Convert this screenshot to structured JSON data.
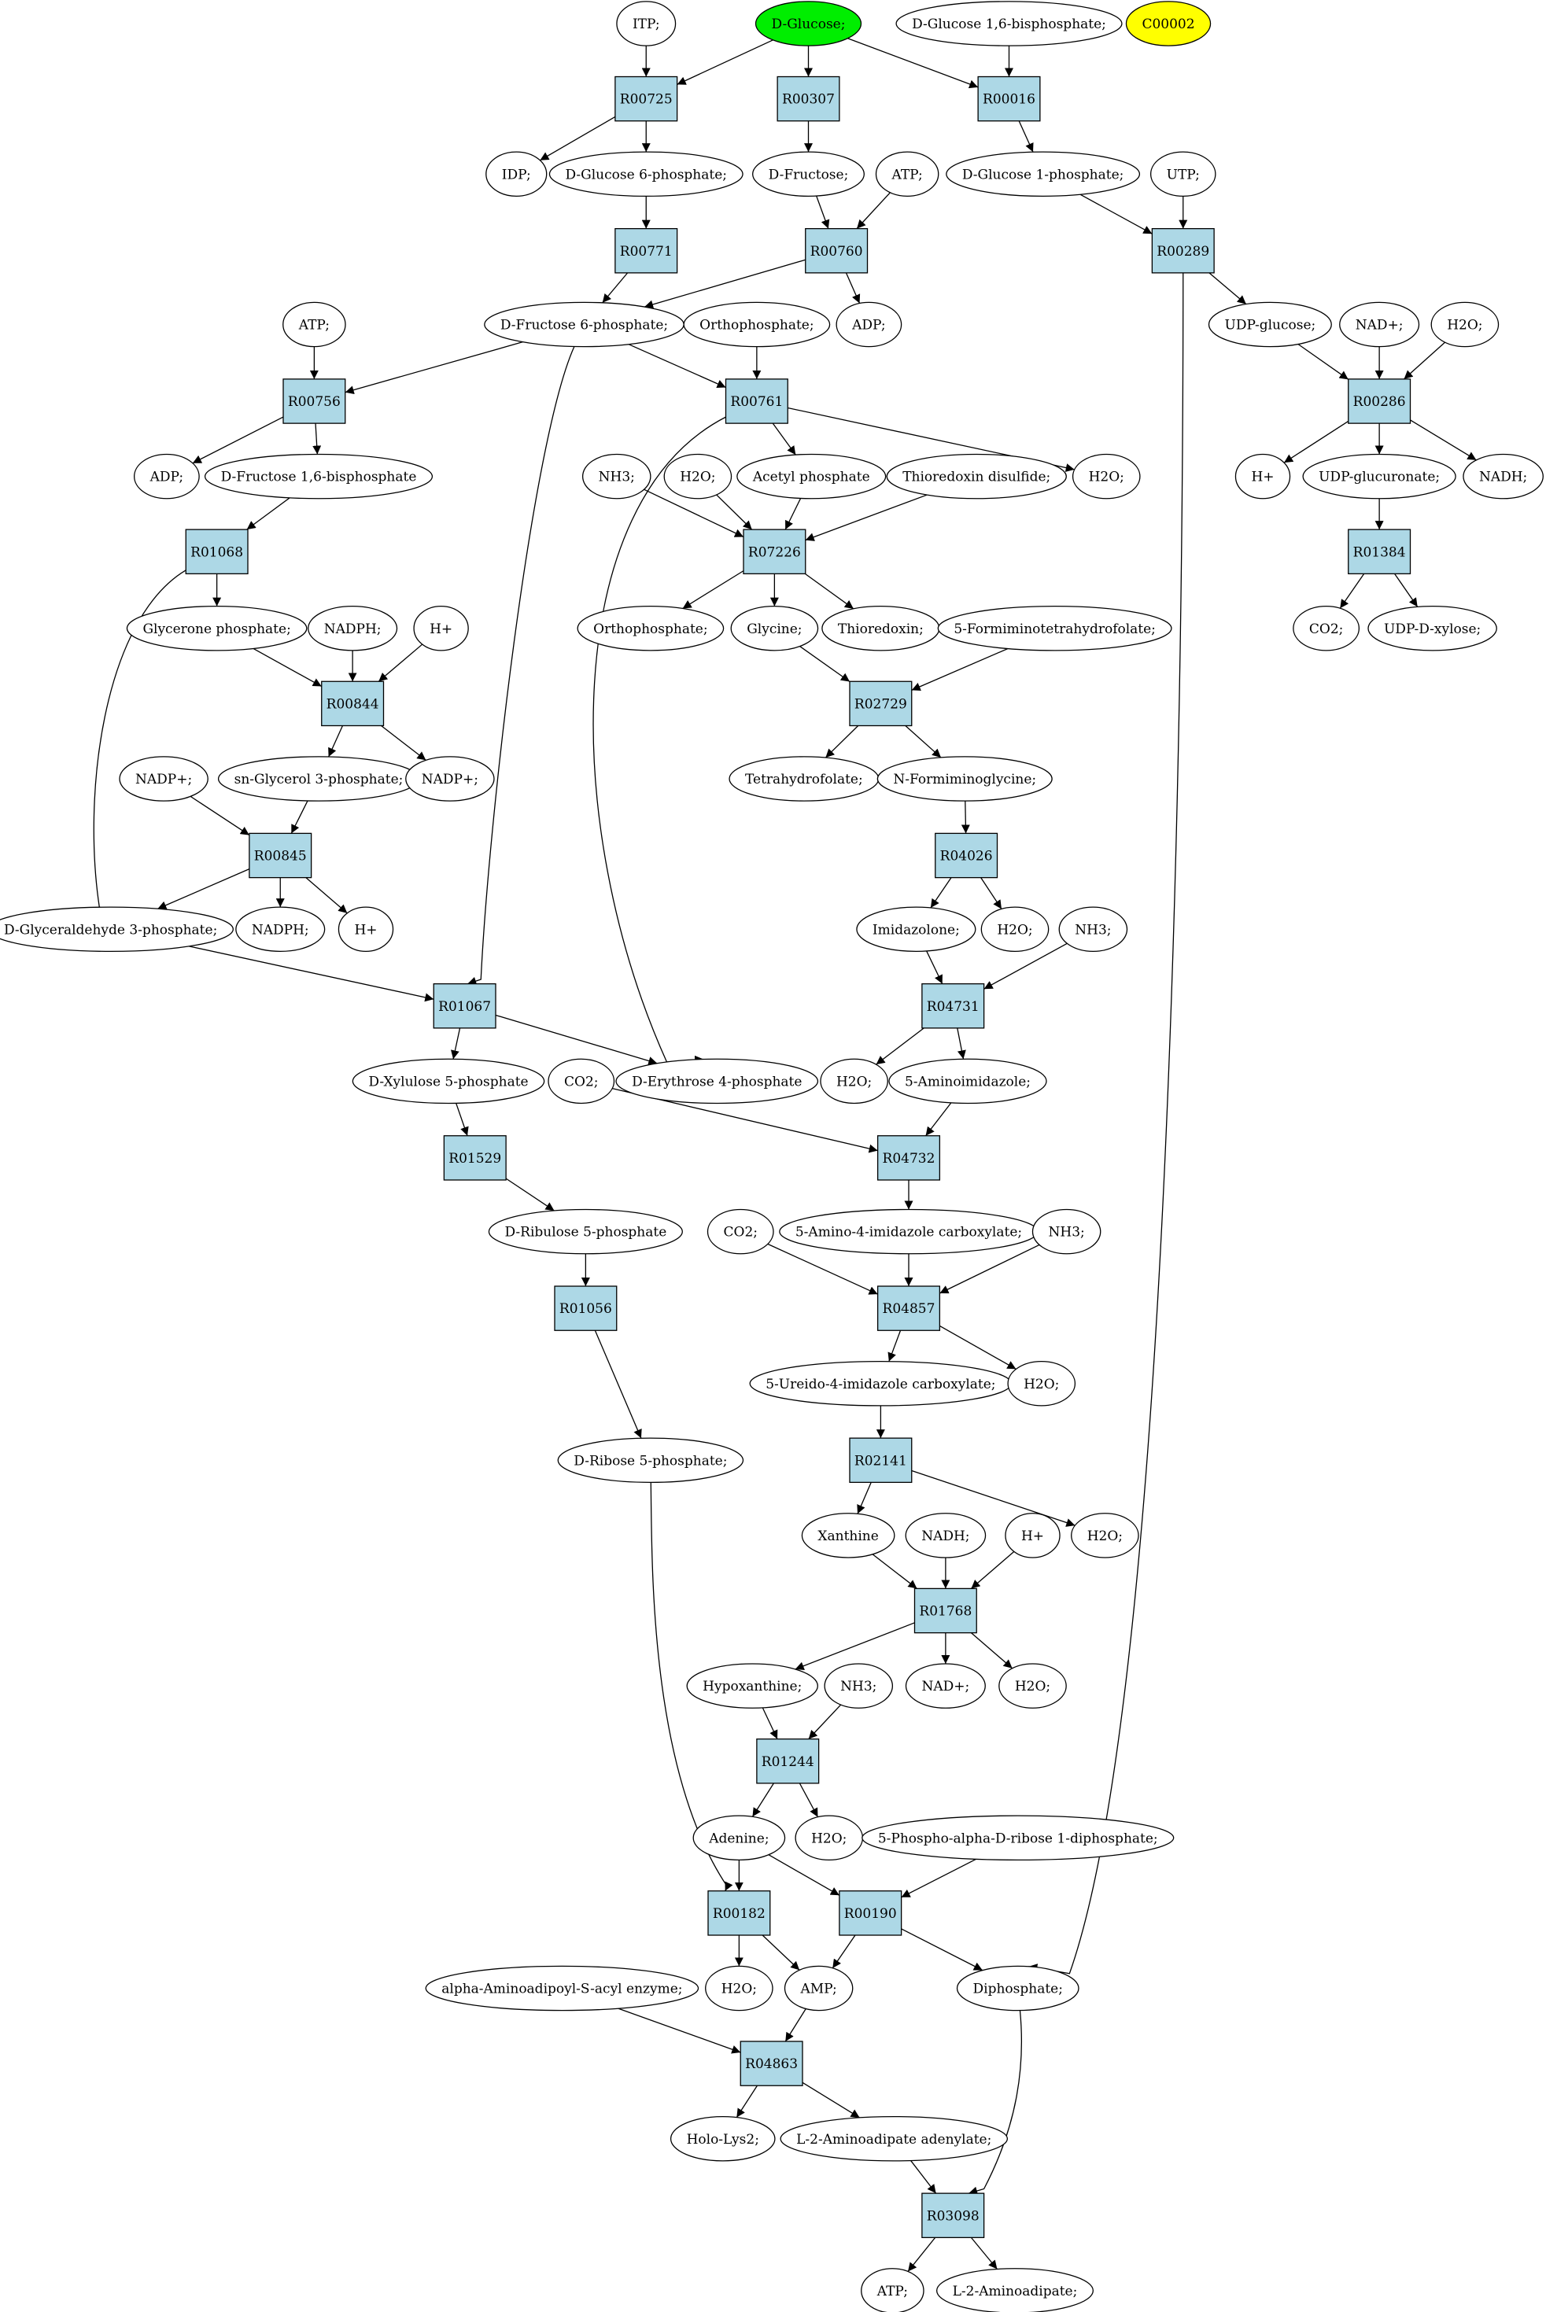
{
  "graph": {
    "reactions": [
      {
        "id": "R00725",
        "label": "R00725"
      },
      {
        "id": "R00307",
        "label": "R00307"
      },
      {
        "id": "R00016",
        "label": "R00016"
      },
      {
        "id": "R00771",
        "label": "R00771"
      },
      {
        "id": "R00760",
        "label": "R00760"
      },
      {
        "id": "R00289",
        "label": "R00289"
      },
      {
        "id": "R00756",
        "label": "R00756"
      },
      {
        "id": "R00761",
        "label": "R00761"
      },
      {
        "id": "R00286",
        "label": "R00286"
      },
      {
        "id": "R01068",
        "label": "R01068"
      },
      {
        "id": "R07226",
        "label": "R07226"
      },
      {
        "id": "R01384",
        "label": "R01384"
      },
      {
        "id": "R00844",
        "label": "R00844"
      },
      {
        "id": "R02729",
        "label": "R02729"
      },
      {
        "id": "R00845",
        "label": "R00845"
      },
      {
        "id": "R04026",
        "label": "R04026"
      },
      {
        "id": "R01067",
        "label": "R01067"
      },
      {
        "id": "R04731",
        "label": "R04731"
      },
      {
        "id": "R01529",
        "label": "R01529"
      },
      {
        "id": "R04732",
        "label": "R04732"
      },
      {
        "id": "R01056",
        "label": "R01056"
      },
      {
        "id": "R04857",
        "label": "R04857"
      },
      {
        "id": "R02141",
        "label": "R02141"
      },
      {
        "id": "R01768",
        "label": "R01768"
      },
      {
        "id": "R01244",
        "label": "R01244"
      },
      {
        "id": "R00182",
        "label": "R00182"
      },
      {
        "id": "R00190",
        "label": "R00190"
      },
      {
        "id": "R04863",
        "label": "R04863"
      },
      {
        "id": "R03098",
        "label": "R03098"
      }
    ],
    "compounds": [
      {
        "id": "itp",
        "label": "ITP;"
      },
      {
        "id": "dglucose",
        "label": "D-Glucose;",
        "highlight": "#00ee00"
      },
      {
        "id": "dg16bp",
        "label": "D-Glucose 1,6-bisphosphate;"
      },
      {
        "id": "c00002",
        "label": "C00002",
        "highlight": "#ffff00"
      },
      {
        "id": "idp",
        "label": "IDP;"
      },
      {
        "id": "dg6p",
        "label": "D-Glucose 6-phosphate;"
      },
      {
        "id": "dfru",
        "label": "D-Fructose;"
      },
      {
        "id": "atp1",
        "label": "ATP;"
      },
      {
        "id": "dg1p",
        "label": "D-Glucose 1-phosphate;"
      },
      {
        "id": "utp",
        "label": "UTP;"
      },
      {
        "id": "atp2",
        "label": "ATP;"
      },
      {
        "id": "df6p",
        "label": "D-Fructose 6-phosphate;"
      },
      {
        "id": "orthoA",
        "label": "Orthophosphate;"
      },
      {
        "id": "adp1",
        "label": "ADP;"
      },
      {
        "id": "udpglc",
        "label": "UDP-glucose;"
      },
      {
        "id": "nadA",
        "label": "NAD+;"
      },
      {
        "id": "h2oA",
        "label": "H2O;"
      },
      {
        "id": "adp2",
        "label": "ADP;"
      },
      {
        "id": "df16bp",
        "label": "D-Fructose 1,6-bisphosphate"
      },
      {
        "id": "nh3A",
        "label": "NH3;"
      },
      {
        "id": "h2oB",
        "label": "H2O;"
      },
      {
        "id": "acp",
        "label": "Acetyl phosphate"
      },
      {
        "id": "trxss",
        "label": "Thioredoxin disulfide;"
      },
      {
        "id": "h2oC",
        "label": "H2O;"
      },
      {
        "id": "hA",
        "label": "H+"
      },
      {
        "id": "udpgluc",
        "label": "UDP-glucuronate;"
      },
      {
        "id": "nadhA",
        "label": "NADH;"
      },
      {
        "id": "glyp",
        "label": "Glycerone phosphate;"
      },
      {
        "id": "nadphA",
        "label": "NADPH;"
      },
      {
        "id": "hB",
        "label": "H+"
      },
      {
        "id": "orthoB",
        "label": "Orthophosphate;"
      },
      {
        "id": "glycine",
        "label": "Glycine;"
      },
      {
        "id": "trx",
        "label": "Thioredoxin;"
      },
      {
        "id": "fithf",
        "label": "5-Formiminotetrahydrofolate;"
      },
      {
        "id": "co2A",
        "label": "CO2;"
      },
      {
        "id": "udpxyl",
        "label": "UDP-D-xylose;"
      },
      {
        "id": "nadpA",
        "label": "NADP+;"
      },
      {
        "id": "sng3p",
        "label": "sn-Glycerol 3-phosphate;"
      },
      {
        "id": "nadpB",
        "label": "NADP+;"
      },
      {
        "id": "thf",
        "label": "Tetrahydrofolate;"
      },
      {
        "id": "nfgly",
        "label": "N-Formiminoglycine;"
      },
      {
        "id": "dga3p",
        "label": "D-Glyceraldehyde 3-phosphate;"
      },
      {
        "id": "nadphB",
        "label": "NADPH;"
      },
      {
        "id": "hC",
        "label": "H+"
      },
      {
        "id": "imid",
        "label": "Imidazolone;"
      },
      {
        "id": "h2oD",
        "label": "H2O;"
      },
      {
        "id": "nh3B",
        "label": "NH3;"
      },
      {
        "id": "dx5p",
        "label": "D-Xylulose 5-phosphate"
      },
      {
        "id": "de4p",
        "label": "D-Erythrose 4-phosphate"
      },
      {
        "id": "co2B",
        "label": "CO2;"
      },
      {
        "id": "h2oE",
        "label": "H2O;"
      },
      {
        "id": "aimid",
        "label": "5-Aminoimidazole;"
      },
      {
        "id": "dr5pA",
        "label": "D-Ribulose 5-phosphate"
      },
      {
        "id": "co2C",
        "label": "CO2;"
      },
      {
        "id": "aic",
        "label": "5-Amino-4-imidazole carboxylate;"
      },
      {
        "id": "nh3C",
        "label": "NH3;"
      },
      {
        "id": "uic",
        "label": "5-Ureido-4-imidazole carboxylate;"
      },
      {
        "id": "h2oF",
        "label": "H2O;"
      },
      {
        "id": "dr5pB",
        "label": "D-Ribose 5-phosphate;"
      },
      {
        "id": "xan",
        "label": "Xanthine"
      },
      {
        "id": "nadhB",
        "label": "NADH;"
      },
      {
        "id": "hD",
        "label": "H+"
      },
      {
        "id": "h2oG",
        "label": "H2O;"
      },
      {
        "id": "hyp",
        "label": "Hypoxanthine;"
      },
      {
        "id": "nh3D",
        "label": "NH3;"
      },
      {
        "id": "nadB",
        "label": "NAD+;"
      },
      {
        "id": "h2oH",
        "label": "H2O;"
      },
      {
        "id": "ade",
        "label": "Adenine;"
      },
      {
        "id": "h2oI",
        "label": "H2O;"
      },
      {
        "id": "prpp",
        "label": "5-Phospho-alpha-D-ribose 1-diphosphate;"
      },
      {
        "id": "h2oJ",
        "label": "H2O;"
      },
      {
        "id": "amp",
        "label": "AMP;"
      },
      {
        "id": "diph",
        "label": "Diphosphate;"
      },
      {
        "id": "aasacyl",
        "label": "alpha-Aminoadipoyl-S-acyl enzyme;"
      },
      {
        "id": "hololys",
        "label": "Holo-Lys2;"
      },
      {
        "id": "l2aa",
        "label": "L-2-Aminoadipate adenylate;"
      },
      {
        "id": "atp3",
        "label": "ATP;"
      },
      {
        "id": "l2aad",
        "label": "L-2-Aminoadipate;"
      }
    ],
    "edges": [
      [
        "itp",
        "R00725"
      ],
      [
        "dglucose",
        "R00725"
      ],
      [
        "dglucose",
        "R00307"
      ],
      [
        "dglucose",
        "R00016"
      ],
      [
        "dg16bp",
        "R00016"
      ],
      [
        "R00725",
        "idp"
      ],
      [
        "R00725",
        "dg6p"
      ],
      [
        "R00307",
        "dfru"
      ],
      [
        "R00016",
        "dg1p"
      ],
      [
        "dg6p",
        "R00771"
      ],
      [
        "dfru",
        "R00760"
      ],
      [
        "atp1",
        "R00760"
      ],
      [
        "dg1p",
        "R00289"
      ],
      [
        "utp",
        "R00289"
      ],
      [
        "R00771",
        "df6p"
      ],
      [
        "R00760",
        "df6p"
      ],
      [
        "R00760",
        "adp1"
      ],
      [
        "R00289",
        "udpglc"
      ],
      [
        "R00289",
        "diph"
      ],
      [
        "atp2",
        "R00756"
      ],
      [
        "df6p",
        "R00756"
      ],
      [
        "df6p",
        "R00761"
      ],
      [
        "orthoA",
        "R00761"
      ],
      [
        "df6p",
        "R01067"
      ],
      [
        "udpglc",
        "R00286"
      ],
      [
        "nadA",
        "R00286"
      ],
      [
        "h2oA",
        "R00286"
      ],
      [
        "R00756",
        "adp2"
      ],
      [
        "R00756",
        "df16bp"
      ],
      [
        "R00761",
        "acp"
      ],
      [
        "R00761",
        "h2oC"
      ],
      [
        "R00761",
        "de4p"
      ],
      [
        "R00286",
        "hA"
      ],
      [
        "R00286",
        "udpgluc"
      ],
      [
        "R00286",
        "nadhA"
      ],
      [
        "df16bp",
        "R01068"
      ],
      [
        "nh3A",
        "R07226"
      ],
      [
        "h2oB",
        "R07226"
      ],
      [
        "acp",
        "R07226"
      ],
      [
        "trxss",
        "R07226"
      ],
      [
        "udpgluc",
        "R01384"
      ],
      [
        "R01068",
        "glyp"
      ],
      [
        "R01068",
        "dga3p"
      ],
      [
        "R07226",
        "orthoB"
      ],
      [
        "R07226",
        "glycine"
      ],
      [
        "R07226",
        "trx"
      ],
      [
        "R01384",
        "co2A"
      ],
      [
        "R01384",
        "udpxyl"
      ],
      [
        "glyp",
        "R00844"
      ],
      [
        "nadphA",
        "R00844"
      ],
      [
        "hB",
        "R00844"
      ],
      [
        "glycine",
        "R02729"
      ],
      [
        "fithf",
        "R02729"
      ],
      [
        "R00844",
        "sng3p"
      ],
      [
        "R00844",
        "nadpB"
      ],
      [
        "R02729",
        "thf"
      ],
      [
        "R02729",
        "nfgly"
      ],
      [
        "nadpA",
        "R00845"
      ],
      [
        "sng3p",
        "R00845"
      ],
      [
        "nfgly",
        "R04026"
      ],
      [
        "R00845",
        "dga3p"
      ],
      [
        "R00845",
        "nadphB"
      ],
      [
        "R00845",
        "hC"
      ],
      [
        "R04026",
        "imid"
      ],
      [
        "R04026",
        "h2oD"
      ],
      [
        "dga3p",
        "R01067"
      ],
      [
        "imid",
        "R04731"
      ],
      [
        "nh3B",
        "R04731"
      ],
      [
        "R01067",
        "dx5p"
      ],
      [
        "R01067",
        "de4p"
      ],
      [
        "R04731",
        "h2oE"
      ],
      [
        "R04731",
        "aimid"
      ],
      [
        "dx5p",
        "R01529"
      ],
      [
        "co2B",
        "R04732"
      ],
      [
        "aimid",
        "R04732"
      ],
      [
        "R01529",
        "dr5pA"
      ],
      [
        "R04732",
        "aic"
      ],
      [
        "dr5pA",
        "R01056"
      ],
      [
        "co2C",
        "R04857"
      ],
      [
        "aic",
        "R04857"
      ],
      [
        "nh3C",
        "R04857"
      ],
      [
        "R04857",
        "uic"
      ],
      [
        "R04857",
        "h2oF"
      ],
      [
        "R01056",
        "dr5pB"
      ],
      [
        "uic",
        "R02141"
      ],
      [
        "R02141",
        "xan"
      ],
      [
        "R02141",
        "h2oG"
      ],
      [
        "xan",
        "R01768"
      ],
      [
        "nadhB",
        "R01768"
      ],
      [
        "hD",
        "R01768"
      ],
      [
        "R01768",
        "hyp"
      ],
      [
        "R01768",
        "nadB"
      ],
      [
        "R01768",
        "h2oH"
      ],
      [
        "hyp",
        "R01244"
      ],
      [
        "nh3D",
        "R01244"
      ],
      [
        "R01244",
        "ade"
      ],
      [
        "R01244",
        "h2oI"
      ],
      [
        "dr5pB",
        "R00182"
      ],
      [
        "ade",
        "R00182"
      ],
      [
        "ade",
        "R00190"
      ],
      [
        "prpp",
        "R00190"
      ],
      [
        "R00182",
        "h2oJ"
      ],
      [
        "R00182",
        "amp"
      ],
      [
        "R00190",
        "amp"
      ],
      [
        "R00190",
        "diph"
      ],
      [
        "aasacyl",
        "R04863"
      ],
      [
        "amp",
        "R04863"
      ],
      [
        "R04863",
        "hololys"
      ],
      [
        "R04863",
        "l2aa"
      ],
      [
        "l2aa",
        "R03098"
      ],
      [
        "diph",
        "R03098"
      ],
      [
        "R03098",
        "atp3"
      ],
      [
        "R03098",
        "l2aad"
      ]
    ]
  },
  "colors": {
    "reaction_fill": "#add8e6",
    "compound_fill": "#ffffff",
    "stroke": "#000000"
  }
}
